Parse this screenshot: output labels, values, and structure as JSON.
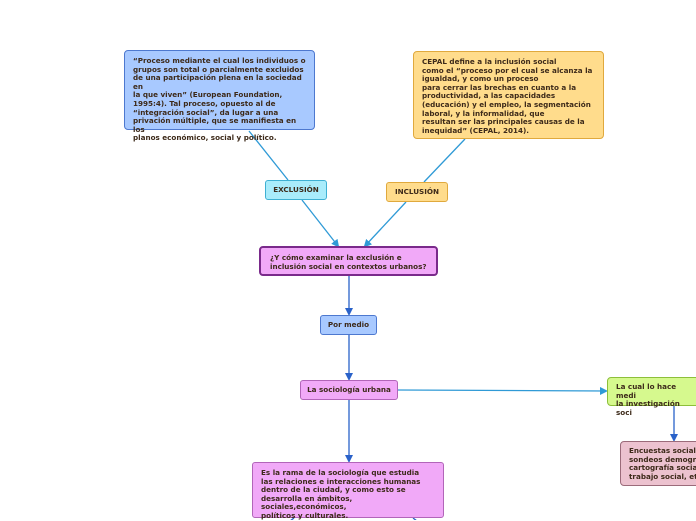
{
  "nodes": {
    "exclusion_def": "“Proceso mediante el cual los individuos o\ngrupos son total o parcialmente excluidos\nde una participación plena en la sociedad en\nla que viven” (European Foundation,\n1995:4). Tal proceso, opuesto al de\n“integración social”, da lugar a una\nprivación múltiple, que se manifiesta en los\nplanos económico, social y político.",
    "inclusion_def": "CEPAL define a la inclusión social\ncomo el “proceso por el cual se alcanza la\nigualdad, y como un proceso\npara cerrar las brechas en cuanto a la\nproductividad, a las capacidades\n(educación) y el empleo, la segmentación\nlaboral, y la informalidad, que\nresultan ser las principales causas de la\ninequidad” (CEPAL, 2014).",
    "exclusion": "EXCLUSIÓN",
    "inclusion": "INCLUSIÓN",
    "question": "¿Y cómo examinar la exclusión e\ninclusión social en contextos urbanos?",
    "por_medio": "Por medio",
    "sociologia": "La sociología urbana",
    "rama": "Es la rama de la sociología que estudia\nlas relaciones e interacciones humanas\ndentro de la ciudad, y como esto se\ndesarrolla en ámbitos, sociales,económicos,\npolíticos y culturales.",
    "investigacion": "La cual lo hace medi\nla investigación soci",
    "encuestas": "Encuestas sociale\nsondeos demogr\ncartografía social\ntrabajo social, et"
  },
  "colors": {
    "connector": "#2f9ad6",
    "connector_dark": "#2a62c9"
  }
}
